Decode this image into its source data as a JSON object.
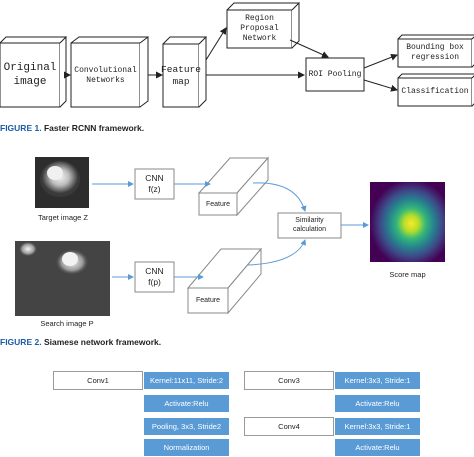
{
  "fig1": {
    "original_image": [
      "Original",
      "image"
    ],
    "conv_networks": [
      "Convolutional",
      "Networks"
    ],
    "feature_map": [
      "Feature",
      "map"
    ],
    "rpn": [
      "Region",
      "Proposal",
      "Network"
    ],
    "roi_pooling": "ROI Pooling",
    "bbox_regression": [
      "Bounding box",
      "regression"
    ],
    "classification": "Classification",
    "caption_label": "FIGURE 1.",
    "caption_text": "Faster RCNN framework."
  },
  "fig2": {
    "target_label": "Target image Z",
    "search_label": "Search image P",
    "cnn_top": [
      "CNN",
      "f(z)"
    ],
    "cnn_bottom": [
      "CNN",
      "f(p)"
    ],
    "feature_top": "Feature",
    "feature_bottom": "Feature",
    "similarity": [
      "Similarity",
      "calculation"
    ],
    "score_map": "Score map",
    "caption_label": "FIGURE 2.",
    "caption_text": "Siamese network framework."
  },
  "table": {
    "conv1": "Conv1",
    "conv1_rows": [
      "Kernel:11x11,  Stride:2",
      "Activate:Relu",
      "Pooling,  3x3,  Stride2",
      "Normalization"
    ],
    "conv3": "Conv3",
    "conv3_rows": [
      "Kernel:3x3,  Stride:1",
      "Activate:Relu"
    ],
    "conv4": "Conv4",
    "conv4_rows": [
      "Kernel:3x3,  Stride:1",
      "Activate:Relu"
    ]
  },
  "colors": {
    "caption_blue": "#1a5ca8",
    "arrow_blue": "#5b9bd5",
    "cell_blue": "#5b9bd5"
  }
}
